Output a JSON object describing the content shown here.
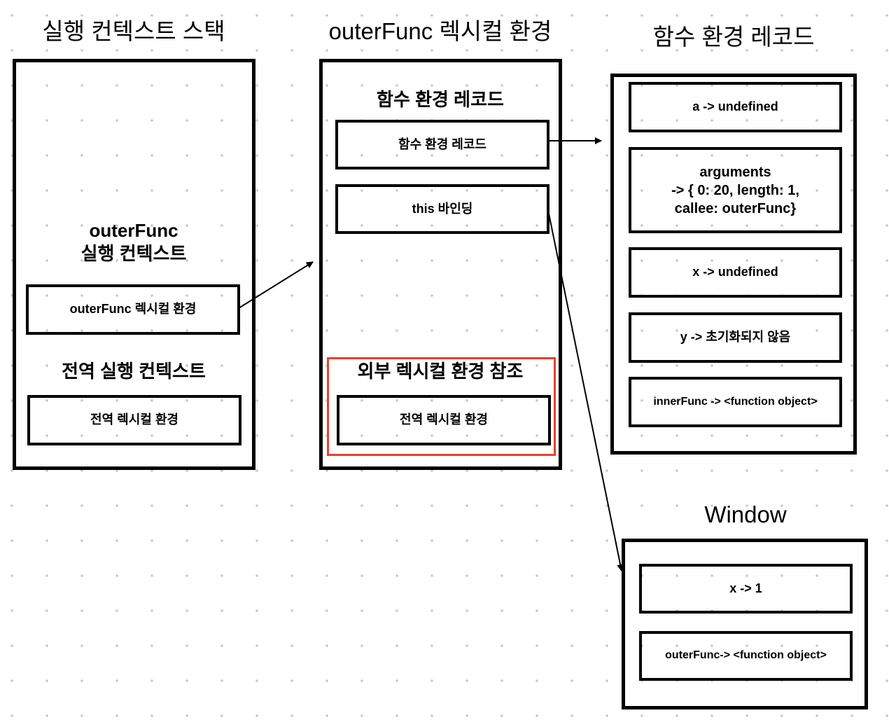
{
  "titles": {
    "stack": "실행 컨텍스트 스택",
    "lexical_env": "outerFunc 렉시컬 환경",
    "env_record": "함수 환경 레코드",
    "window": "Window"
  },
  "stack": {
    "outer_func_heading_line1": "outerFunc",
    "outer_func_heading_line2": "실행 컨텍스트",
    "outer_func_box": "outerFunc 렉시컬 환경",
    "global_heading": "전역 실행 컨텍스트",
    "global_box": "전역 렉시컬 환경"
  },
  "lexical_env": {
    "record_heading": "함수 환경 레코드",
    "record_box": "함수 환경 레코드",
    "this_box": "this 바인딩",
    "outer_ref_heading": "외부 렉시컬 환경 참조",
    "outer_ref_box": "전역 렉시컬 환경"
  },
  "env_record": {
    "items": [
      "a -> undefined",
      "arguments\n-> { 0: 20, length: 1,\ncallee: outerFunc}",
      "x -> undefined",
      "y -> 초기화되지 않음",
      "innerFunc -> <function object>"
    ]
  },
  "window": {
    "items": [
      "x -> 1",
      "outerFunc-> <function object>"
    ]
  },
  "colors": {
    "highlight": "#e5432f"
  }
}
